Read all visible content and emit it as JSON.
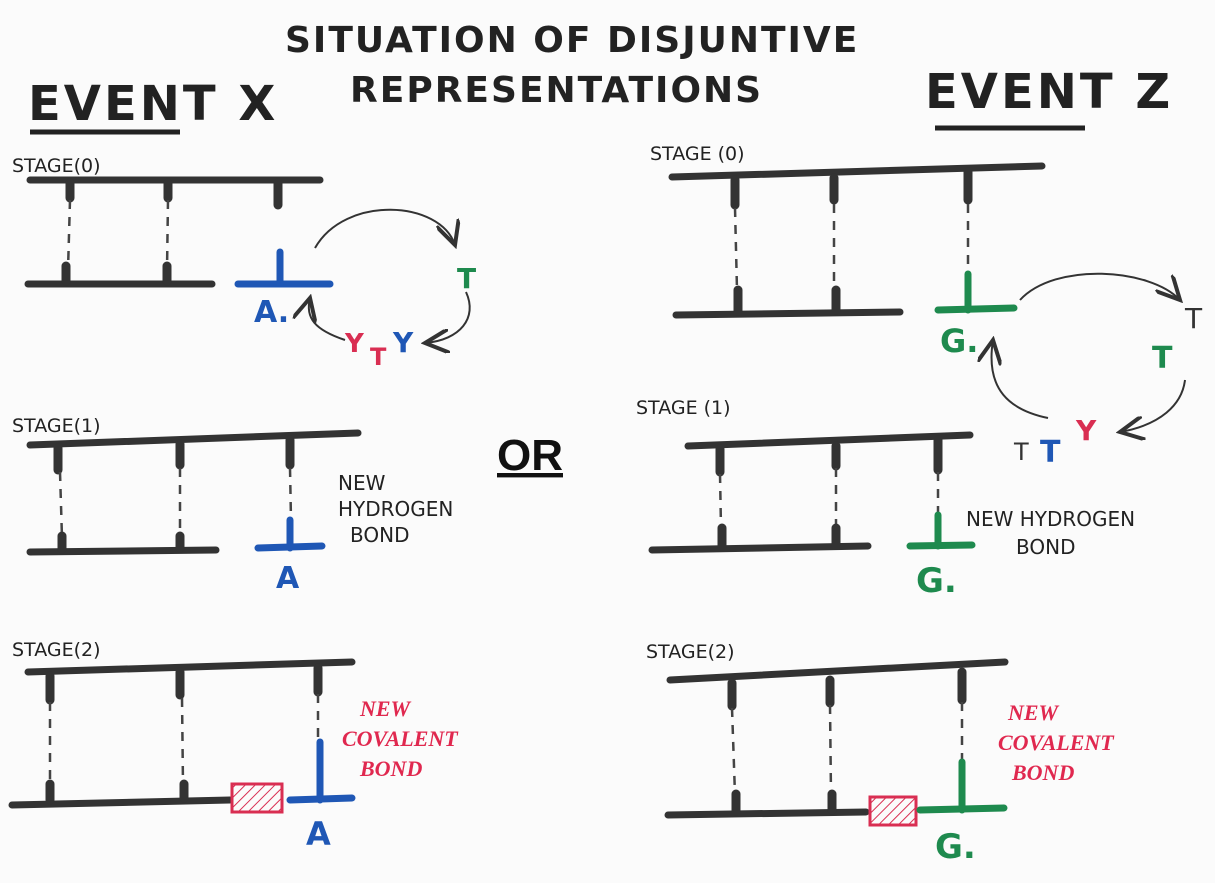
{
  "title": {
    "line1": "SITUATION OF DISJUNTIVE",
    "line2": "REPRESENTATIONS"
  },
  "connector": "OR",
  "event_x": {
    "title": "EVENT X",
    "stages": [
      {
        "label": "STAGE(0)",
        "base": "A.",
        "free_bases": [
          "T",
          "Y",
          "T",
          "Y"
        ]
      },
      {
        "label": "STAGE(1)",
        "base": "A",
        "note": [
          "NEW",
          "HYDROGEN",
          "BOND"
        ]
      },
      {
        "label": "STAGE(2)",
        "base": "A",
        "note": [
          "NEW",
          "COVALENT",
          "BOND"
        ]
      }
    ]
  },
  "event_z": {
    "title": "EVENT Z",
    "stages": [
      {
        "label": "STAGE (0)",
        "base": "G.",
        "free_bases": [
          "T",
          "T",
          "T",
          "Y",
          "T"
        ]
      },
      {
        "label": "STAGE (1)",
        "base": "G.",
        "note": [
          "NEW HYDROGEN",
          "BOND"
        ]
      },
      {
        "label": "STAGE(2)",
        "base": "G.",
        "note": [
          "NEW",
          "COVALENT",
          "BOND"
        ]
      }
    ]
  },
  "colors": {
    "backbone": "#333333",
    "adenine": "#1f57b5",
    "guanine": "#1e8a4e",
    "red_accent": "#d92e52"
  }
}
